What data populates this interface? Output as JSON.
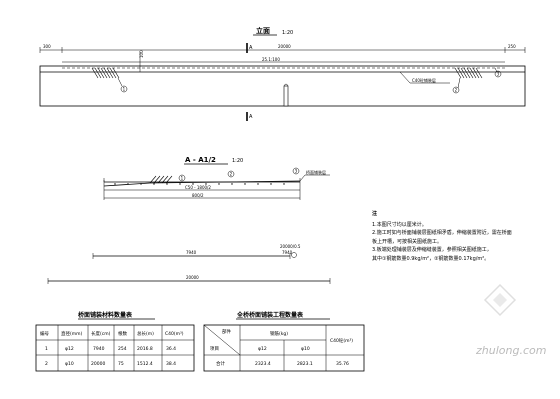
{
  "elevation": {
    "title": "立面",
    "scale": "1:20",
    "section_mark": "A",
    "dim_left": "300",
    "dim_total": "20000",
    "dim_slope": "25.1:100",
    "dim_right": "250",
    "label_concrete": "C40砼铺装层",
    "callouts": [
      "1",
      "2",
      "3"
    ]
  },
  "section": {
    "title": "A - A1/2",
    "scale": "1:20",
    "label_right": "桥面铺装层",
    "dim_inner": "C50 - 1800/2",
    "dim_outer": "800/2",
    "callouts": [
      "1",
      "2",
      "3"
    ]
  },
  "plan": {
    "dim_short": "7940",
    "dim_long": "20000",
    "dim_note_top": "20000/0.5",
    "dim_note_bottom": "7940"
  },
  "notes": {
    "heading": "注",
    "lines": [
      "1.本图尺寸均以厘米计。",
      "2.施工时如与桥面铺装层图纸相矛盾，伸缩装置附近，需在桥面",
      "  板上开槽，可按相关图纸施工。",
      "3.板端处理铺装层及伸缩缝装置，参照相关图纸施工，",
      "  其中①钢筋数量0.9kg/m²，②钢筋数量0.17kg/m²。"
    ]
  },
  "table1": {
    "title": "桥面铺装材料数量表",
    "headers": [
      "编号",
      "直径(mm)",
      "长度(cm)",
      "根数",
      "总长(m)",
      "C40(m³)"
    ],
    "rows": [
      [
        "1",
        "φ12",
        "7940",
        "254",
        "2016.8",
        "36.4"
      ],
      [
        "2",
        "φ10",
        "20000",
        "75",
        "1512.4",
        ""
      ]
    ],
    "total": "38.4"
  },
  "table2": {
    "title": "全桥桥面铺装工程数量表",
    "headers": [
      "部件",
      "钢筋(kg)",
      "φ12",
      "φ10",
      "C40砼(m³)"
    ],
    "rows": [
      [
        "合计",
        "",
        "2323.4",
        "2823.1",
        "35.76"
      ]
    ],
    "corner": "项目"
  },
  "watermark": "zhulong.com"
}
